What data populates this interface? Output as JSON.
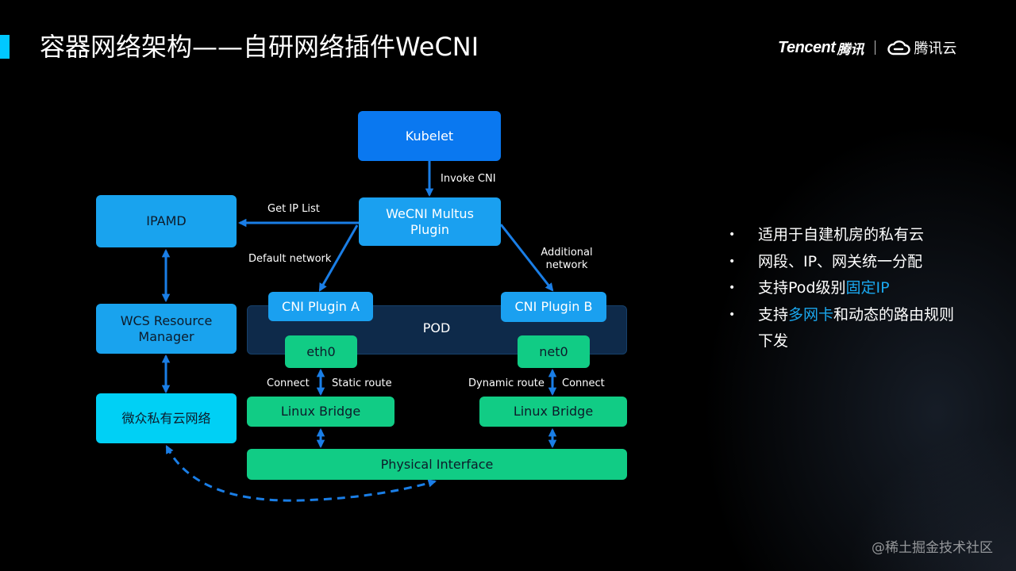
{
  "header": {
    "title": "容器网络架构——自研网络插件WeCNI",
    "brand_tencent": "Tencent",
    "brand_tencent_cn": "腾讯",
    "brand_cloud": "腾讯云"
  },
  "diagram": {
    "nodes": {
      "kubelet": "Kubelet",
      "wecni_line1": "WeCNI Multus",
      "wecni_line2": "Plugin",
      "ipamd": "IPAMD",
      "wcs_line1": "WCS Resource",
      "wcs_line2": "Manager",
      "weizhong": "微众私有云网络",
      "cni_a": "CNI Plugin A",
      "cni_b": "CNI Plugin B",
      "pod": "POD",
      "eth0": "eth0",
      "net0": "net0",
      "bridge_left": "Linux Bridge",
      "bridge_right": "Linux Bridge",
      "physical": "Physical Interface"
    },
    "edge_labels": {
      "invoke_cni": "Invoke CNI",
      "get_ip_list": "Get IP List",
      "default_network": "Default network",
      "additional_line1": "Additional",
      "additional_line2": "network",
      "connect_left": "Connect",
      "static_route": "Static route",
      "dynamic_route": "Dynamic route",
      "connect_right": "Connect"
    },
    "colors": {
      "arrow": "#1a7ee6",
      "kubelet": "#0a78f0",
      "plugin": "#1aa0f0",
      "cyan": "#00d0f5",
      "green": "#11cc85",
      "pod_bg": "#0e2a4a"
    }
  },
  "bullets": [
    {
      "text": "适用于自建机房的私有云"
    },
    {
      "text": "网段、IP、网关统一分配"
    },
    {
      "pre": "支持Pod级别",
      "hl": "固定IP",
      "post": ""
    },
    {
      "pre": "支持",
      "hl": "多网卡",
      "post": "和动态的路由规则下发"
    }
  ],
  "bullet_marker": "•",
  "watermark": "@稀土掘金技术社区"
}
